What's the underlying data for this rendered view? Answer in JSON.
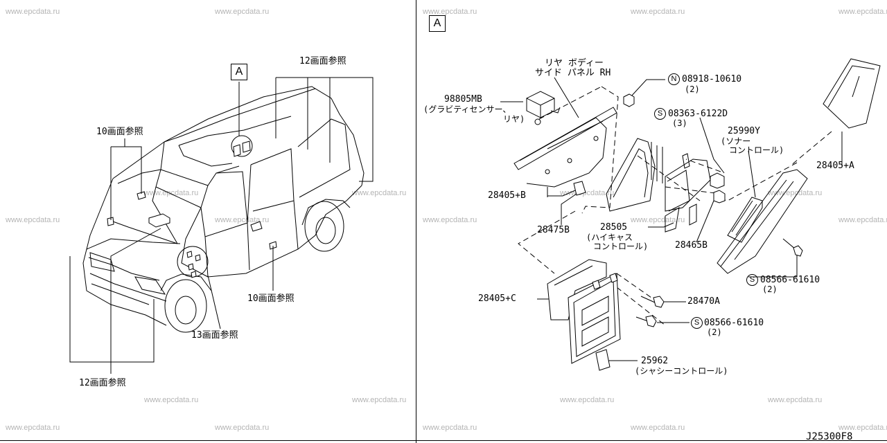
{
  "watermark": "www.epcdata.ru",
  "view_marker": "A",
  "diagram_code": "J25300F8",
  "vehicle_refs": {
    "page12_top": "12画面参照",
    "page10_left": "10画面参照",
    "page10_right": "10画面参照",
    "page13": "13画面参照",
    "page12_bottom": "12画面参照"
  },
  "parts": {
    "rear_panel_1": "リヤ ボディー",
    "rear_panel_2": "サイド パネル RH",
    "p98805mb": "98805MB",
    "p98805mb_sub1": "(グラビティセンサー、",
    "p98805mb_sub2": "リヤ)",
    "p08918_symbol": "N",
    "p08918": "08918-10610",
    "p08918_qty": "(2)",
    "p08363_symbol": "S",
    "p08363": "08363-6122D",
    "p08363_qty": "(3)",
    "p25990y": "25990Y",
    "p25990y_sub1": "(ソナー",
    "p25990y_sub2": "コントロール)",
    "p28405a": "28405+A",
    "p28405b": "28405+B",
    "p28475b": "28475B",
    "p28505": "28505",
    "p28505_sub1": "(ハイキャス",
    "p28505_sub2": "コントロール)",
    "p28465b": "28465B",
    "p08566a_symbol": "S",
    "p08566a": "08566-61610",
    "p08566a_qty": "(2)",
    "p28405c": "28405+C",
    "p28470a": "28470A",
    "p08566b_symbol": "S",
    "p08566b": "08566-61610",
    "p08566b_qty": "(2)",
    "p25962": "25962",
    "p25962_sub": "(シャシーコントロール)"
  }
}
